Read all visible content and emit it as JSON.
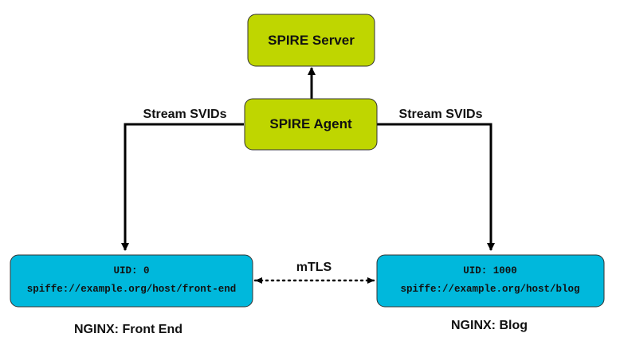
{
  "colors": {
    "spire_fill": "#bfd600",
    "nginx_fill": "#00b8dc",
    "stroke": "#333333",
    "edge": "#000000"
  },
  "spire_server": {
    "label": "SPIRE Server"
  },
  "spire_agent": {
    "label": "SPIRE Agent"
  },
  "edges": {
    "left_stream_label": "Stream SVIDs",
    "right_stream_label": "Stream SVIDs",
    "mtls_label": "mTLS"
  },
  "front_end": {
    "uid": "UID: 0",
    "spiffe_id": "spiffe://example.org/host/front-end",
    "caption": "NGINX: Front End"
  },
  "blog": {
    "uid": "UID: 1000",
    "spiffe_id": "spiffe://example.org/host/blog",
    "caption": "NGINX: Blog"
  }
}
